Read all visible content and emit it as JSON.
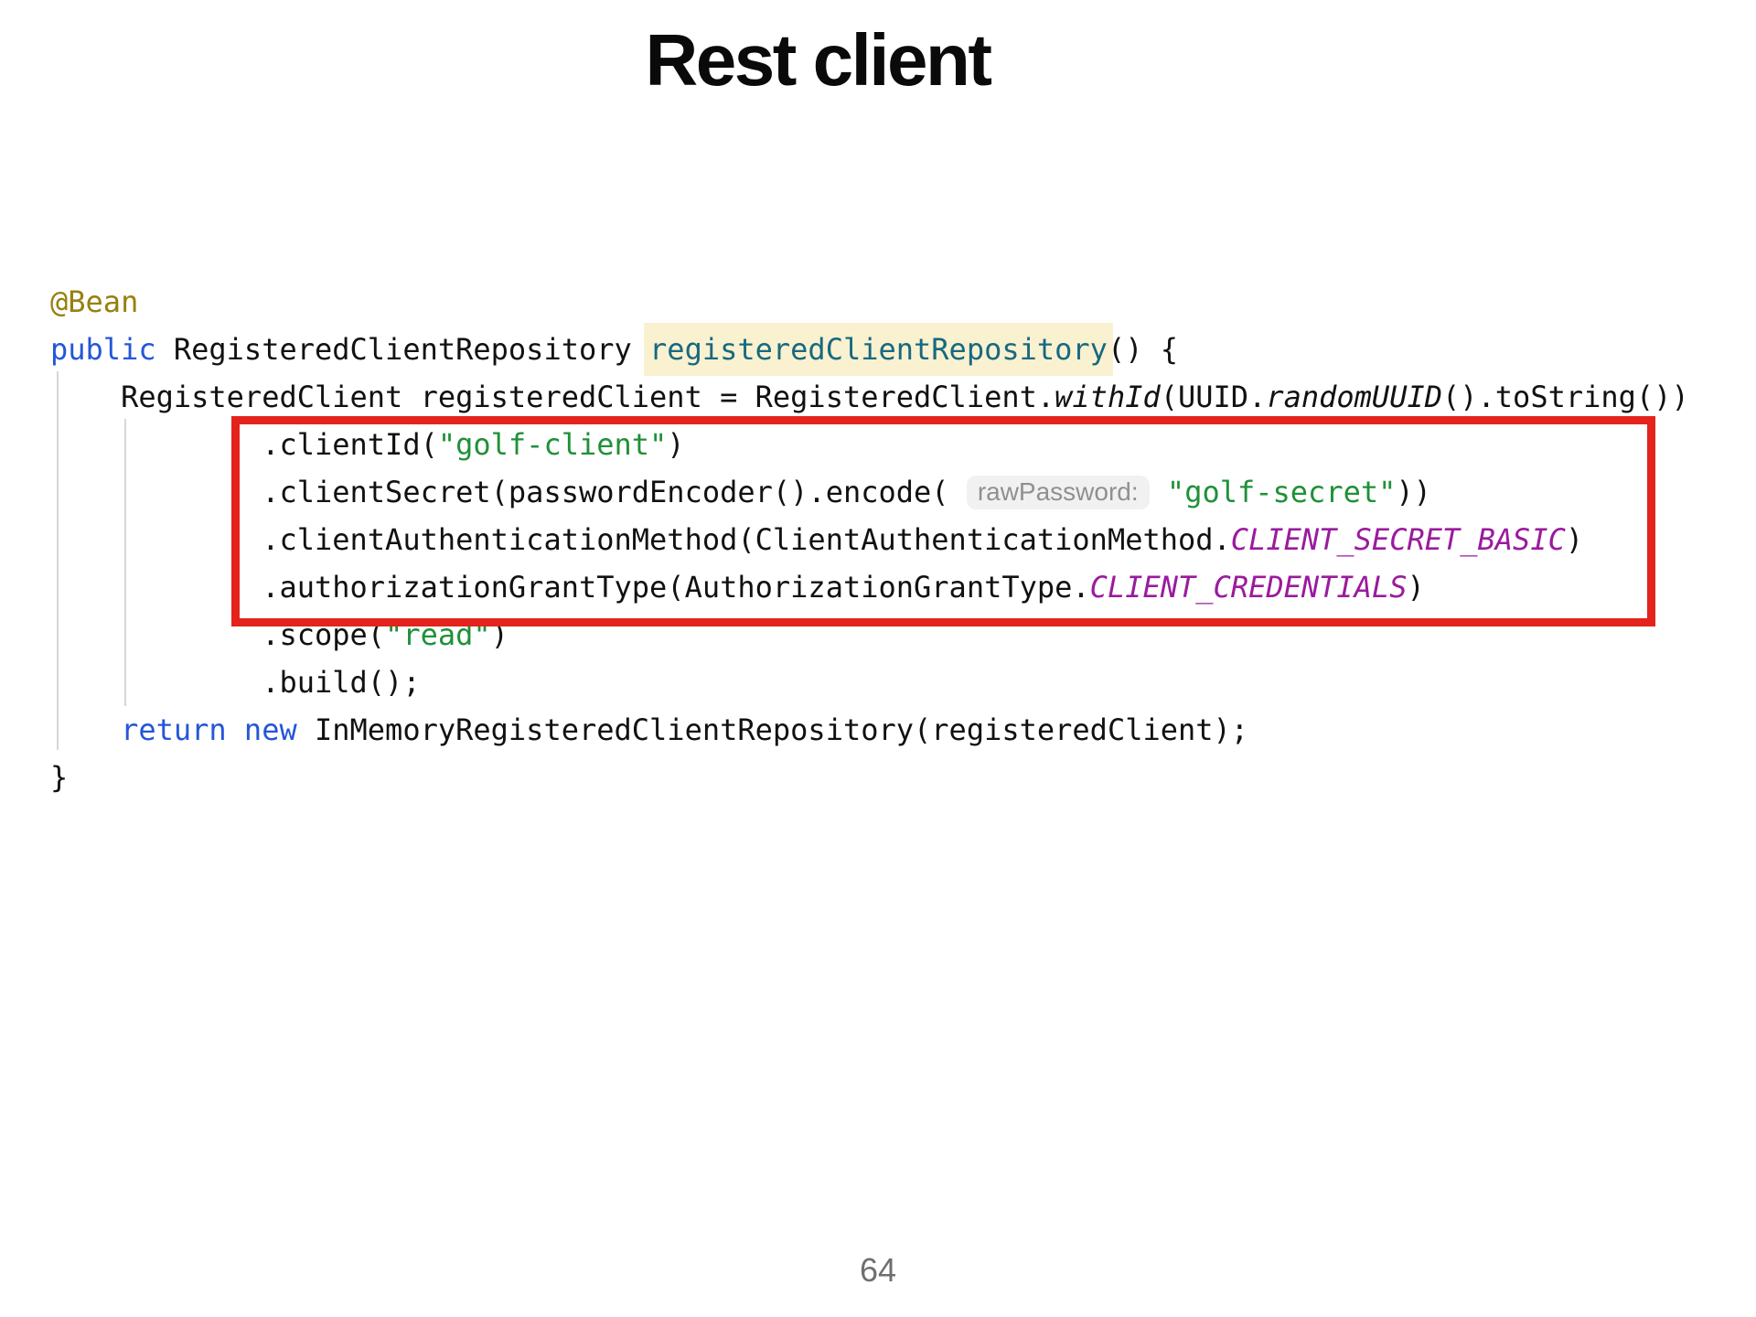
{
  "slide": {
    "title": "Rest client",
    "page_number": "64"
  },
  "colors": {
    "code_default": "#111111",
    "annotation": "#97800E",
    "keyword": "#2456D8",
    "method_decl": "#176980",
    "method_highlight_bg": "#FAF1D0",
    "string": "#1F9138",
    "constant": "#9A1B9E",
    "inlay_text": "#8E9092",
    "inlay_bg": "#F1F1F2",
    "indent_guide": "#D7D7D7",
    "annotation_box": "#E4231C",
    "page_number": "#6F6F6F"
  },
  "code": {
    "lines": [
      {
        "segments": [
          {
            "text": "@Bean",
            "style": "annotation"
          }
        ]
      },
      {
        "segments": [
          {
            "text": "public",
            "style": "keyword"
          },
          {
            "text": " RegisteredClientRepository ",
            "style": "plain"
          },
          {
            "text": "registeredClientRepository",
            "style": "method-decl"
          },
          {
            "text": "() {",
            "style": "plain"
          }
        ]
      },
      {
        "segments": [
          {
            "text": "    RegisteredClient registeredClient = RegisteredClient.",
            "style": "plain"
          },
          {
            "text": "withId",
            "style": "italic"
          },
          {
            "text": "(UUID.",
            "style": "plain"
          },
          {
            "text": "randomUUID",
            "style": "italic"
          },
          {
            "text": "().toString())",
            "style": "plain"
          }
        ]
      },
      {
        "segments": [
          {
            "text": "            .clientId(",
            "style": "plain"
          },
          {
            "text": "\"golf-client\"",
            "style": "string"
          },
          {
            "text": ")",
            "style": "plain"
          }
        ]
      },
      {
        "segments": [
          {
            "text": "            .clientSecret(passwordEncoder().encode( ",
            "style": "plain"
          },
          {
            "text": "rawPassword:",
            "style": "inlay"
          },
          {
            "text": " ",
            "style": "plain"
          },
          {
            "text": "\"golf-secret\"",
            "style": "string"
          },
          {
            "text": "))",
            "style": "plain"
          }
        ]
      },
      {
        "segments": [
          {
            "text": "            .clientAuthenticationMethod(ClientAuthenticationMethod.",
            "style": "plain"
          },
          {
            "text": "CLIENT_SECRET_BASIC",
            "style": "constant"
          },
          {
            "text": ")",
            "style": "plain"
          }
        ]
      },
      {
        "segments": [
          {
            "text": "            .authorizationGrantType(AuthorizationGrantType.",
            "style": "plain"
          },
          {
            "text": "CLIENT_CREDENTIALS",
            "style": "constant"
          },
          {
            "text": ")",
            "style": "plain"
          }
        ]
      },
      {
        "segments": [
          {
            "text": "            .scope(",
            "style": "plain"
          },
          {
            "text": "\"read\"",
            "style": "string"
          },
          {
            "text": ")",
            "style": "plain"
          }
        ]
      },
      {
        "segments": [
          {
            "text": "            .build();",
            "style": "plain"
          }
        ]
      },
      {
        "segments": [
          {
            "text": "    ",
            "style": "plain"
          },
          {
            "text": "return",
            "style": "keyword"
          },
          {
            "text": " ",
            "style": "plain"
          },
          {
            "text": "new",
            "style": "keyword"
          },
          {
            "text": " InMemoryRegisteredClientRepository(registeredClient);",
            "style": "plain"
          }
        ]
      },
      {
        "segments": [
          {
            "text": "}",
            "style": "plain"
          }
        ]
      }
    ]
  }
}
